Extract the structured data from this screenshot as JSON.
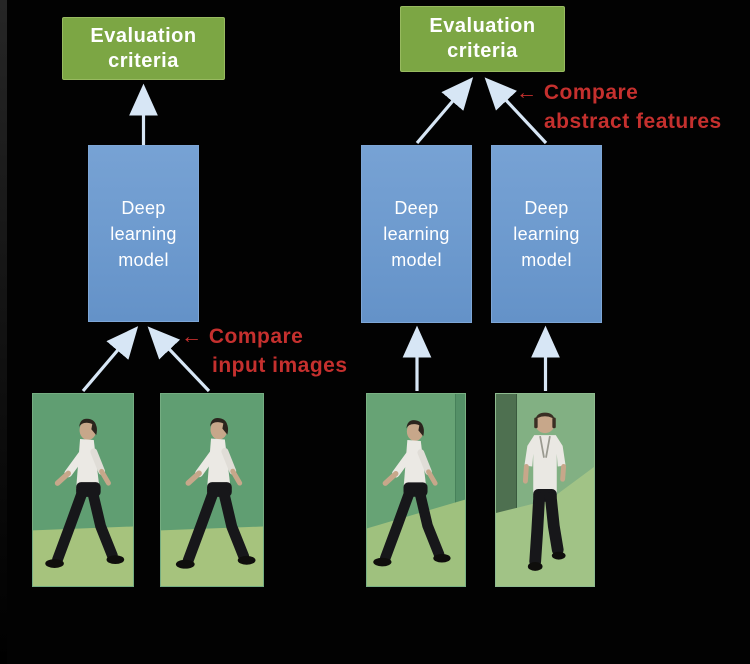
{
  "slide": {
    "left_pipeline": {
      "evaluation_box_label": "Evaluation\ncriteria",
      "model_box_label": "Deep\nlearning\nmodel",
      "annotation_line1": "← Compare",
      "annotation_line2": "input images"
    },
    "right_pipeline": {
      "evaluation_box_label": "Evaluation\ncriteria",
      "model_box_1_label": "Deep\nlearning\nmodel",
      "model_box_2_label": "Deep\nlearning\nmodel",
      "annotation_line1": "← Compare",
      "annotation_line2": "abstract features"
    },
    "photos": [
      {
        "description": "man in white shirt walking right, side view, green screen"
      },
      {
        "description": "man in white shirt walking right, side view, green screen"
      },
      {
        "description": "man in white shirt walking right, side view, green room"
      },
      {
        "description": "man in white shirt walking toward camera, front view, green room"
      }
    ],
    "colors": {
      "background": "#020202",
      "evaluation_box_green": "#7ca644",
      "model_box_blue": "#6d9ace",
      "annotation_red": "#c5302e",
      "connector_arrow": "#d7e6f5",
      "photo_wall_green": "#609e72",
      "photo_floor_green": "#a6c37d"
    }
  }
}
